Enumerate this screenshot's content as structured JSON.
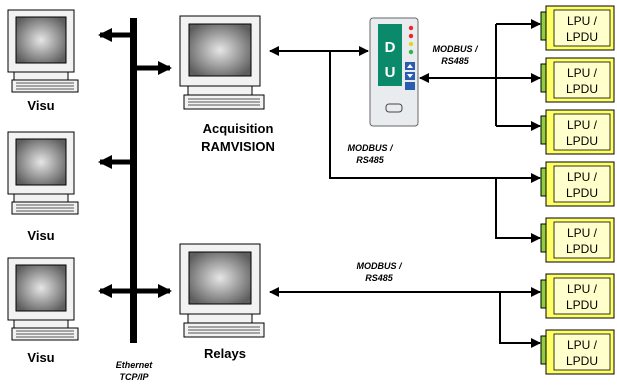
{
  "nodes": {
    "visu_1": "Visu",
    "visu_2": "Visu",
    "visu_3": "Visu",
    "acquisition_line1": "Acquisition",
    "acquisition_line2": "RAMVISION",
    "relays": "Relays"
  },
  "network": {
    "ethernet_line1": "Ethernet",
    "ethernet_line2": "TCP/IP"
  },
  "links": {
    "modbus_du_line1": "MODBUS /",
    "modbus_du_line2": "RS485",
    "modbus_acq_line1": "MODBUS /",
    "modbus_acq_line2": "RS485",
    "modbus_relays_line1": "MODBUS /",
    "modbus_relays_line2": "RS485"
  },
  "du_device": {
    "letter_top": "D",
    "letter_bottom": "U",
    "colors": {
      "body": "#e9ecef",
      "panel": "#0a8a6a",
      "led_red": "#e8262b",
      "led_yellow": "#e6d21f",
      "led_green": "#2bb54a",
      "button": "#2a5db0"
    }
  },
  "lpu_units": [
    {
      "line1": "LPU /",
      "line2": "LPDU"
    },
    {
      "line1": "LPU /",
      "line2": "LPDU"
    },
    {
      "line1": "LPU /",
      "line2": "LPDU"
    },
    {
      "line1": "LPU /",
      "line2": "LPDU"
    },
    {
      "line1": "LPU /",
      "line2": "LPDU"
    },
    {
      "line1": "LPU /",
      "line2": "LPDU"
    },
    {
      "line1": "LPU /",
      "line2": "LPDU"
    }
  ],
  "colors": {
    "lpu_fill": "#ffff66",
    "lpu_connector": "#8fcf3f",
    "line": "#000000",
    "monitor_body": "#f2f2f2",
    "screen": "#7a7a7a"
  }
}
